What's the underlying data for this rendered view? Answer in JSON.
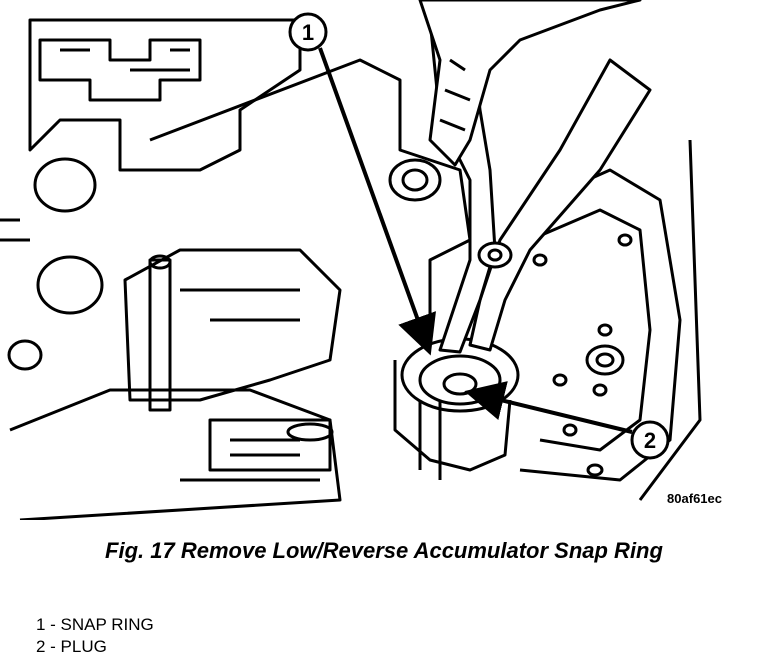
{
  "figure": {
    "image_code": "80af61ec",
    "callouts": [
      "1",
      "2"
    ],
    "caption": "Fig. 17 Remove Low/Reverse Accumulator Snap Ring"
  },
  "legend": {
    "items": [
      "1 - SNAP RING",
      "2 - PLUG"
    ]
  }
}
